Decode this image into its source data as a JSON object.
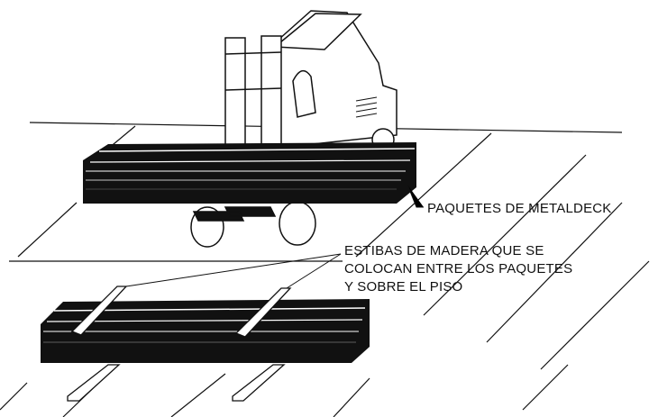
{
  "labels": {
    "metaldeck": "PAQUETES DE METALDECK",
    "estibas_line1": "ESTIBAS DE MADERA QUE SE",
    "estibas_line2": "COLOCAN ENTRE LOS PAQUETES",
    "estibas_line3": "Y SOBRE EL PISO"
  },
  "colors": {
    "ink": "#111111",
    "paper": "#ffffff"
  }
}
